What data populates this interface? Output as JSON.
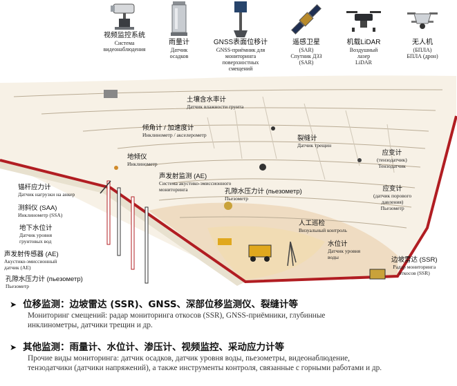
{
  "devices": [
    {
      "cn": "视频监控系统",
      "ru": [
        "Система",
        "видеонаблюдения"
      ],
      "icon": "camera-icon"
    },
    {
      "cn": "雨量计",
      "ru": [
        "Датчик",
        "осадков"
      ],
      "icon": "rain-gauge-icon"
    },
    {
      "cn": "GNSS表面位移计",
      "ru": [
        "GNSS-приёмник для",
        "мониторинга",
        "поверхностных",
        "смещений"
      ],
      "icon": "gnss-receiver-icon"
    },
    {
      "cn": "遥感卫星",
      "ru": [
        "(SAR)",
        "Спутник ДЗЗ",
        "(SAR)"
      ],
      "icon": "satellite-icon"
    },
    {
      "cn": "机载LiDAR",
      "ru": [
        "Воздушный",
        "лазер",
        "LiDAR"
      ],
      "icon": "lidar-drone-icon"
    },
    {
      "cn": "无人机",
      "ru": [
        "(БПЛА)",
        "БПЛА (дрон)"
      ],
      "icon": "drone-icon"
    }
  ],
  "labels": {
    "soil": {
      "cn": "土壤含水率计",
      "ru": "Датчик влажности грунта"
    },
    "tilt": {
      "cn": "倾角计 / 加速度计",
      "ru": "Инклинометр / акселерометр"
    },
    "inclinometer": {
      "cn": "地倾仪",
      "ru": "Инклинометр"
    },
    "crack": {
      "cn": "裂缝计",
      "ru": "Датчик трещин"
    },
    "strain1": {
      "cn": "应变计",
      "ru": [
        "(тензодатчик)",
        "Тензодатчик"
      ]
    },
    "ae": {
      "cn": "声发射监测 (AE)",
      "ru": [
        "Система акустико-эмиссионного",
        "мониторинга"
      ]
    },
    "piezo_mid": {
      "cn": "孔隙水压力计 (пьезометр)",
      "ru": "Пьезометр"
    },
    "strain2": {
      "cn": "应变计",
      "ru": [
        "(датчик порового",
        "давления)",
        "Пьезометр"
      ]
    },
    "anchor": {
      "cn": "锚杆应力计",
      "ru": "Датчик нагрузки на анкер"
    },
    "saa": {
      "cn": "测斜仪 (SAA)",
      "ru": "Инклинометр (SSA)"
    },
    "water_left": {
      "cn": "地下水位计",
      "ru": [
        "Датчик уровня",
        "грунтовых вод"
      ]
    },
    "ae_sensor": {
      "cn": "声发射传感器 (AE)",
      "ru": [
        "Акустико-эмиссионный",
        "датчик (AE)"
      ]
    },
    "piezo_left": {
      "cn": "孔隙水压力计 (пьезометр)",
      "ru": "Пьезометр"
    },
    "visual": {
      "cn": "人工巡检",
      "ru": "Визуальный контроль"
    },
    "water_level": {
      "cn": "水位计",
      "ru": [
        "Датчик уровня",
        "воды"
      ]
    },
    "radar": {
      "cn": "边坡雷达 (SSR)",
      "ru": [
        "Радар мониторинга",
        "откосов (SSR)"
      ]
    }
  },
  "sections": [
    {
      "arrow": "➤",
      "heading": "位移监测：边坡雷达 (SSR)、GNSS、深部位移监测仪、裂缝计等",
      "lines": [
        "Мониторинг смещений: радар мониторинга откосов (SSR), GNSS-приёмники, глубинные",
        "инклинометры, датчики трещин и др."
      ]
    },
    {
      "arrow": "➤",
      "heading": "其他监测：雨量计、水位计、渗压计、视频监控、采动应力计等",
      "lines": [
        "Прочие виды мониторинга: датчик осадков, датчик уровня воды, пьезометры, видеонаблюдение,",
        "тензодатчики (датчики напряжений), а также инструменты контроля, связанные с горными работами и др."
      ]
    }
  ],
  "colors": {
    "slope_border": "#b11d22",
    "sand": "#f1dcb4",
    "pit_floor": "#efdcc2",
    "bench_line": "#b9ab94"
  }
}
